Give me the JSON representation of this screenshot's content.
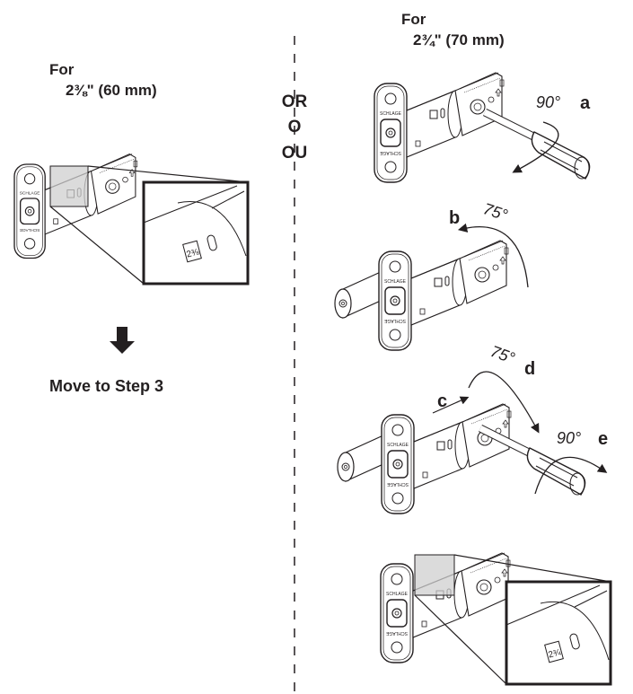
{
  "left_panel": {
    "heading_for": "For",
    "heading_size": "2⅜\" (60 mm)",
    "zoom_badge": "2⅜",
    "next_step": "Move to Step 3",
    "arrow_icon": "down-arrow"
  },
  "divider": {
    "options": [
      "OR",
      "O",
      "OU"
    ]
  },
  "right_panel": {
    "heading_for": "For",
    "heading_size": "2¾\" (70 mm)",
    "step_a": {
      "label": "a",
      "angle": "90°"
    },
    "step_b": {
      "label": "b",
      "angle": "75°"
    },
    "step_c": {
      "label": "c"
    },
    "step_d": {
      "label": "d",
      "angle": "75°"
    },
    "step_e": {
      "label": "e",
      "angle": "90°"
    },
    "zoom_badge": "2¾"
  },
  "brand_mark": "SCHLAGE"
}
